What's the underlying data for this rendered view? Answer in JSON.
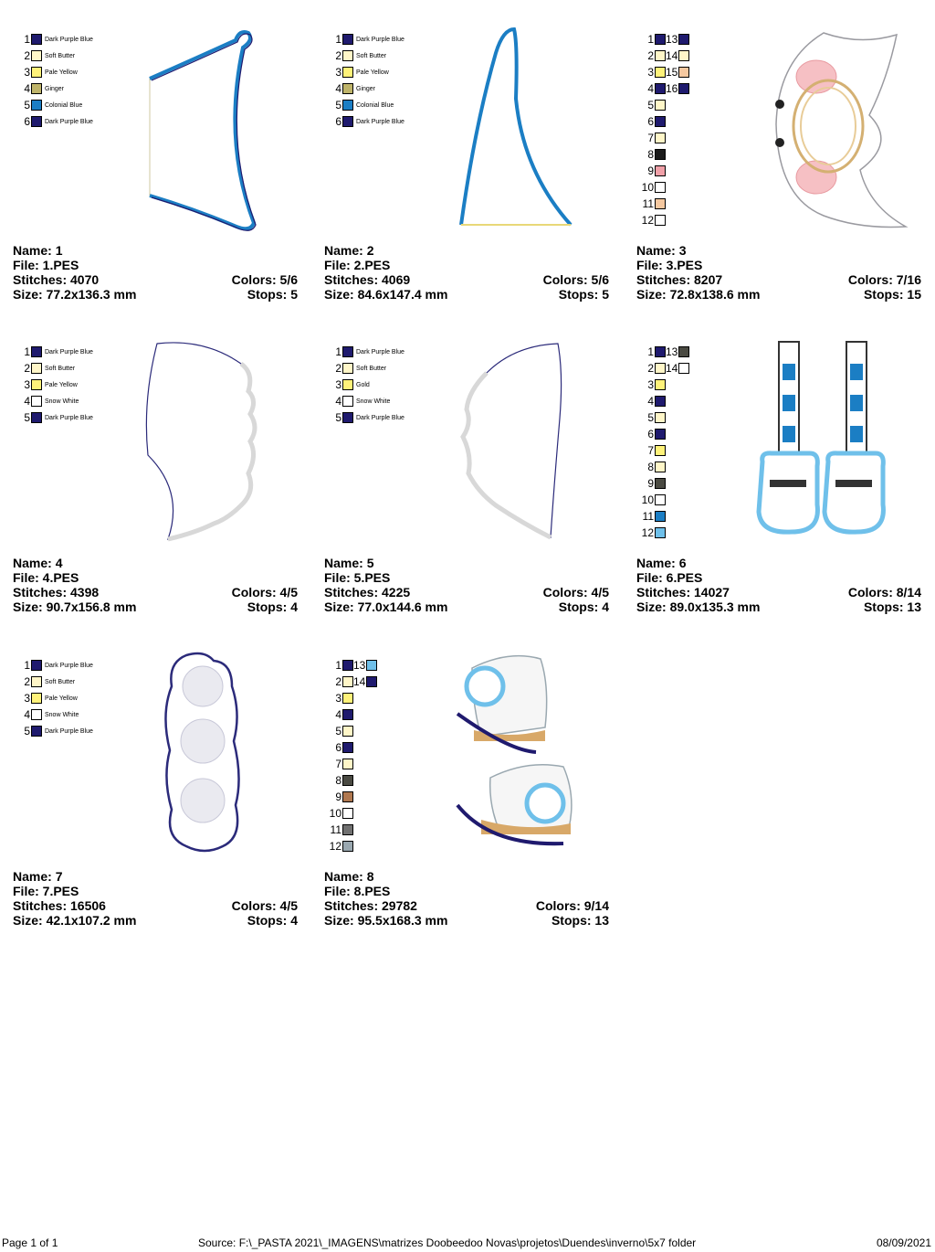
{
  "labels": {
    "name": "Name: ",
    "file": "File: ",
    "stitches": "Stitches: ",
    "size": "Size: ",
    "colors": "Colors: ",
    "stops": "Stops: "
  },
  "designs": [
    {
      "name": "1",
      "file": "1.PES",
      "stitches": "4070",
      "size": "77.2x136.3 mm",
      "colors": "5/6",
      "stops": "5",
      "palette": [
        {
          "n": "1",
          "color": "#1f1a6e",
          "label": "Dark Purple Blue"
        },
        {
          "n": "2",
          "color": "#fff6c8",
          "label": "Soft Butter"
        },
        {
          "n": "3",
          "color": "#fff27a",
          "label": "Pale Yellow"
        },
        {
          "n": "4",
          "color": "#bfb46a",
          "label": "Ginger"
        },
        {
          "n": "5",
          "color": "#1b7ec4",
          "label": "Colonial Blue"
        },
        {
          "n": "6",
          "color": "#1f1a6e",
          "label": "Dark Purple Blue"
        }
      ]
    },
    {
      "name": "2",
      "file": "2.PES",
      "stitches": "4069",
      "size": "84.6x147.4 mm",
      "colors": "5/6",
      "stops": "5",
      "palette": [
        {
          "n": "1",
          "color": "#1f1a6e",
          "label": "Dark Purple Blue"
        },
        {
          "n": "2",
          "color": "#fff6c8",
          "label": "Soft Butter"
        },
        {
          "n": "3",
          "color": "#fff27a",
          "label": "Pale Yellow"
        },
        {
          "n": "4",
          "color": "#bfb46a",
          "label": "Ginger"
        },
        {
          "n": "5",
          "color": "#1b7ec4",
          "label": "Colonial Blue"
        },
        {
          "n": "6",
          "color": "#1f1a6e",
          "label": "Dark Purple Blue"
        }
      ]
    },
    {
      "name": "3",
      "file": "3.PES",
      "stitches": "8207",
      "size": "72.8x138.6 mm",
      "colors": "7/16",
      "stops": "15",
      "palette": [
        {
          "n": "1",
          "color": "#1f1a6e"
        },
        {
          "n": "2",
          "color": "#fff6c8"
        },
        {
          "n": "3",
          "color": "#fff27a"
        },
        {
          "n": "4",
          "color": "#1f1a6e"
        },
        {
          "n": "5",
          "color": "#fff6c8"
        },
        {
          "n": "6",
          "color": "#1f1a6e"
        },
        {
          "n": "7",
          "color": "#fff6c8"
        },
        {
          "n": "8",
          "color": "#1a1a1a"
        },
        {
          "n": "9",
          "color": "#f0a0a8"
        },
        {
          "n": "10",
          "color": "#ffffff"
        },
        {
          "n": "11",
          "color": "#f5c8a0"
        },
        {
          "n": "12",
          "color": "#ffffff"
        },
        {
          "n": "13",
          "color": "#1f1a6e"
        },
        {
          "n": "14",
          "color": "#fff6c8"
        },
        {
          "n": "15",
          "color": "#f5c8a0"
        },
        {
          "n": "16",
          "color": "#1f1a6e"
        }
      ]
    },
    {
      "name": "4",
      "file": "4.PES",
      "stitches": "4398",
      "size": "90.7x156.8 mm",
      "colors": "4/5",
      "stops": "4",
      "palette": [
        {
          "n": "1",
          "color": "#1f1a6e",
          "label": "Dark Purple Blue"
        },
        {
          "n": "2",
          "color": "#fff6c8",
          "label": "Soft Butter"
        },
        {
          "n": "3",
          "color": "#fff27a",
          "label": "Pale Yellow"
        },
        {
          "n": "4",
          "color": "#ffffff",
          "label": "Snow White"
        },
        {
          "n": "5",
          "color": "#1f1a6e",
          "label": "Dark Purple Blue"
        }
      ]
    },
    {
      "name": "5",
      "file": "5.PES",
      "stitches": "4225",
      "size": "77.0x144.6 mm",
      "colors": "4/5",
      "stops": "4",
      "palette": [
        {
          "n": "1",
          "color": "#1f1a6e",
          "label": "Dark Purple Blue"
        },
        {
          "n": "2",
          "color": "#fff6c8",
          "label": "Soft Butter"
        },
        {
          "n": "3",
          "color": "#fff27a",
          "label": "Gold"
        },
        {
          "n": "4",
          "color": "#ffffff",
          "label": "Snow White"
        },
        {
          "n": "5",
          "color": "#1f1a6e",
          "label": "Dark Purple Blue"
        }
      ]
    },
    {
      "name": "6",
      "file": "6.PES",
      "stitches": "14027",
      "size": "89.0x135.3 mm",
      "colors": "8/14",
      "stops": "13",
      "palette": [
        {
          "n": "1",
          "color": "#1f1a6e"
        },
        {
          "n": "2",
          "color": "#fff6c8"
        },
        {
          "n": "3",
          "color": "#fff27a"
        },
        {
          "n": "4",
          "color": "#1f1a6e"
        },
        {
          "n": "5",
          "color": "#fff6c8"
        },
        {
          "n": "6",
          "color": "#1f1a6e"
        },
        {
          "n": "7",
          "color": "#fff27a"
        },
        {
          "n": "8",
          "color": "#fff6c8"
        },
        {
          "n": "9",
          "color": "#4a4a42"
        },
        {
          "n": "10",
          "color": "#ffffff"
        },
        {
          "n": "11",
          "color": "#1b7ec4"
        },
        {
          "n": "12",
          "color": "#6fc0ea"
        },
        {
          "n": "13",
          "color": "#4a4a42"
        },
        {
          "n": "14",
          "color": "#ffffff"
        }
      ]
    },
    {
      "name": "7",
      "file": "7.PES",
      "stitches": "16506",
      "size": "42.1x107.2 mm",
      "colors": "4/5",
      "stops": "4",
      "palette": [
        {
          "n": "1",
          "color": "#1f1a6e",
          "label": "Dark Purple Blue"
        },
        {
          "n": "2",
          "color": "#fff6c8",
          "label": "Soft Butter"
        },
        {
          "n": "3",
          "color": "#fff27a",
          "label": "Pale Yellow"
        },
        {
          "n": "4",
          "color": "#ffffff",
          "label": "Snow White"
        },
        {
          "n": "5",
          "color": "#1f1a6e",
          "label": "Dark Purple Blue"
        }
      ]
    },
    {
      "name": "8",
      "file": "8.PES",
      "stitches": "29782",
      "size": "95.5x168.3 mm",
      "colors": "9/14",
      "stops": "13",
      "palette": [
        {
          "n": "1",
          "color": "#1f1a6e"
        },
        {
          "n": "2",
          "color": "#fff6c8"
        },
        {
          "n": "3",
          "color": "#fff27a"
        },
        {
          "n": "4",
          "color": "#1f1a6e"
        },
        {
          "n": "5",
          "color": "#fff6c8"
        },
        {
          "n": "6",
          "color": "#1f1a6e"
        },
        {
          "n": "7",
          "color": "#fff6c8"
        },
        {
          "n": "8",
          "color": "#4a4a42"
        },
        {
          "n": "9",
          "color": "#b07850"
        },
        {
          "n": "10",
          "color": "#ffffff"
        },
        {
          "n": "11",
          "color": "#707070"
        },
        {
          "n": "12",
          "color": "#9aa8b0"
        },
        {
          "n": "13",
          "color": "#6fc0ea"
        },
        {
          "n": "14",
          "color": "#1f1a6e"
        }
      ]
    }
  ],
  "footer": {
    "page": "Page 1 of 1",
    "source": "Source: F:\\_PASTA 2021\\_IMAGENS\\matrizes Doobeedoo Novas\\projetos\\Duendes\\inverno\\5x7 folder",
    "date": "08/09/2021"
  }
}
